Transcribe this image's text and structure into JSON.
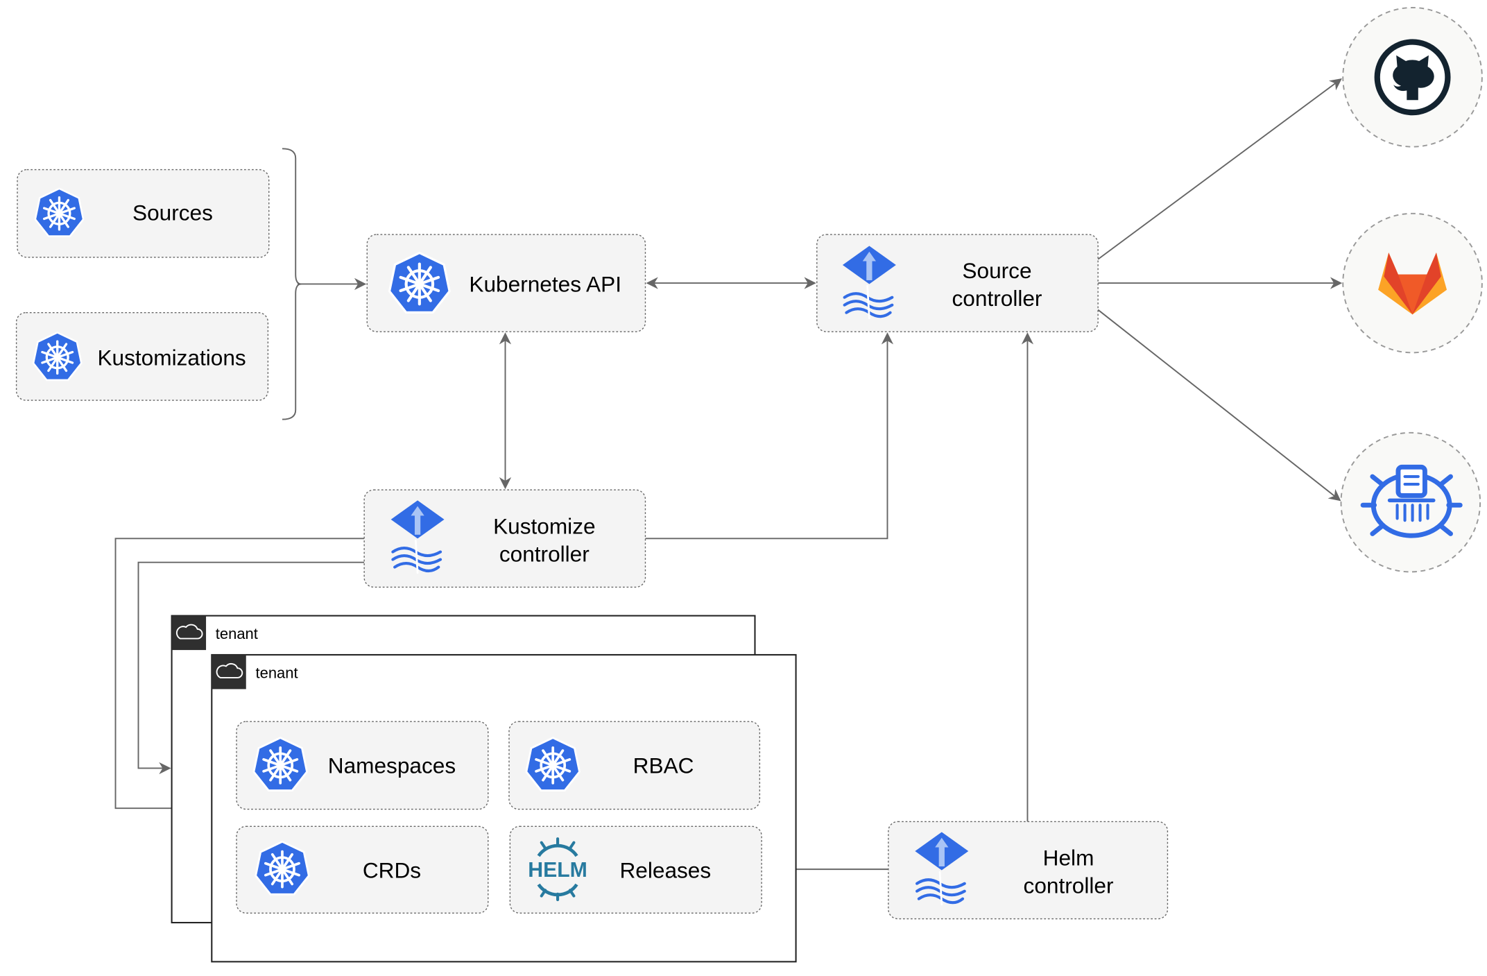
{
  "nodes": {
    "sources": "Sources",
    "kustomizations": "Kustomizations",
    "kubernetes_api": "Kubernetes API",
    "source_controller": [
      "Source",
      "controller"
    ],
    "kustomize_controller": [
      "Kustomize",
      "controller"
    ],
    "helm_controller": [
      "Helm",
      "controller"
    ],
    "namespaces": "Namespaces",
    "rbac": "RBAC",
    "crds": "CRDs",
    "releases": "Releases",
    "helm_logo_text": "HELM"
  },
  "tenants": [
    "tenant",
    "tenant"
  ],
  "external_sources": [
    "github-icon",
    "gitlab-icon",
    "bucket-icon"
  ],
  "colors": {
    "kubernetes_blue": "#326ce5",
    "edge": "#666666",
    "github": "#13232f",
    "gitlab_orange": "#e24329",
    "gitlab_yellow": "#fca326",
    "helm": "#277a9f"
  }
}
